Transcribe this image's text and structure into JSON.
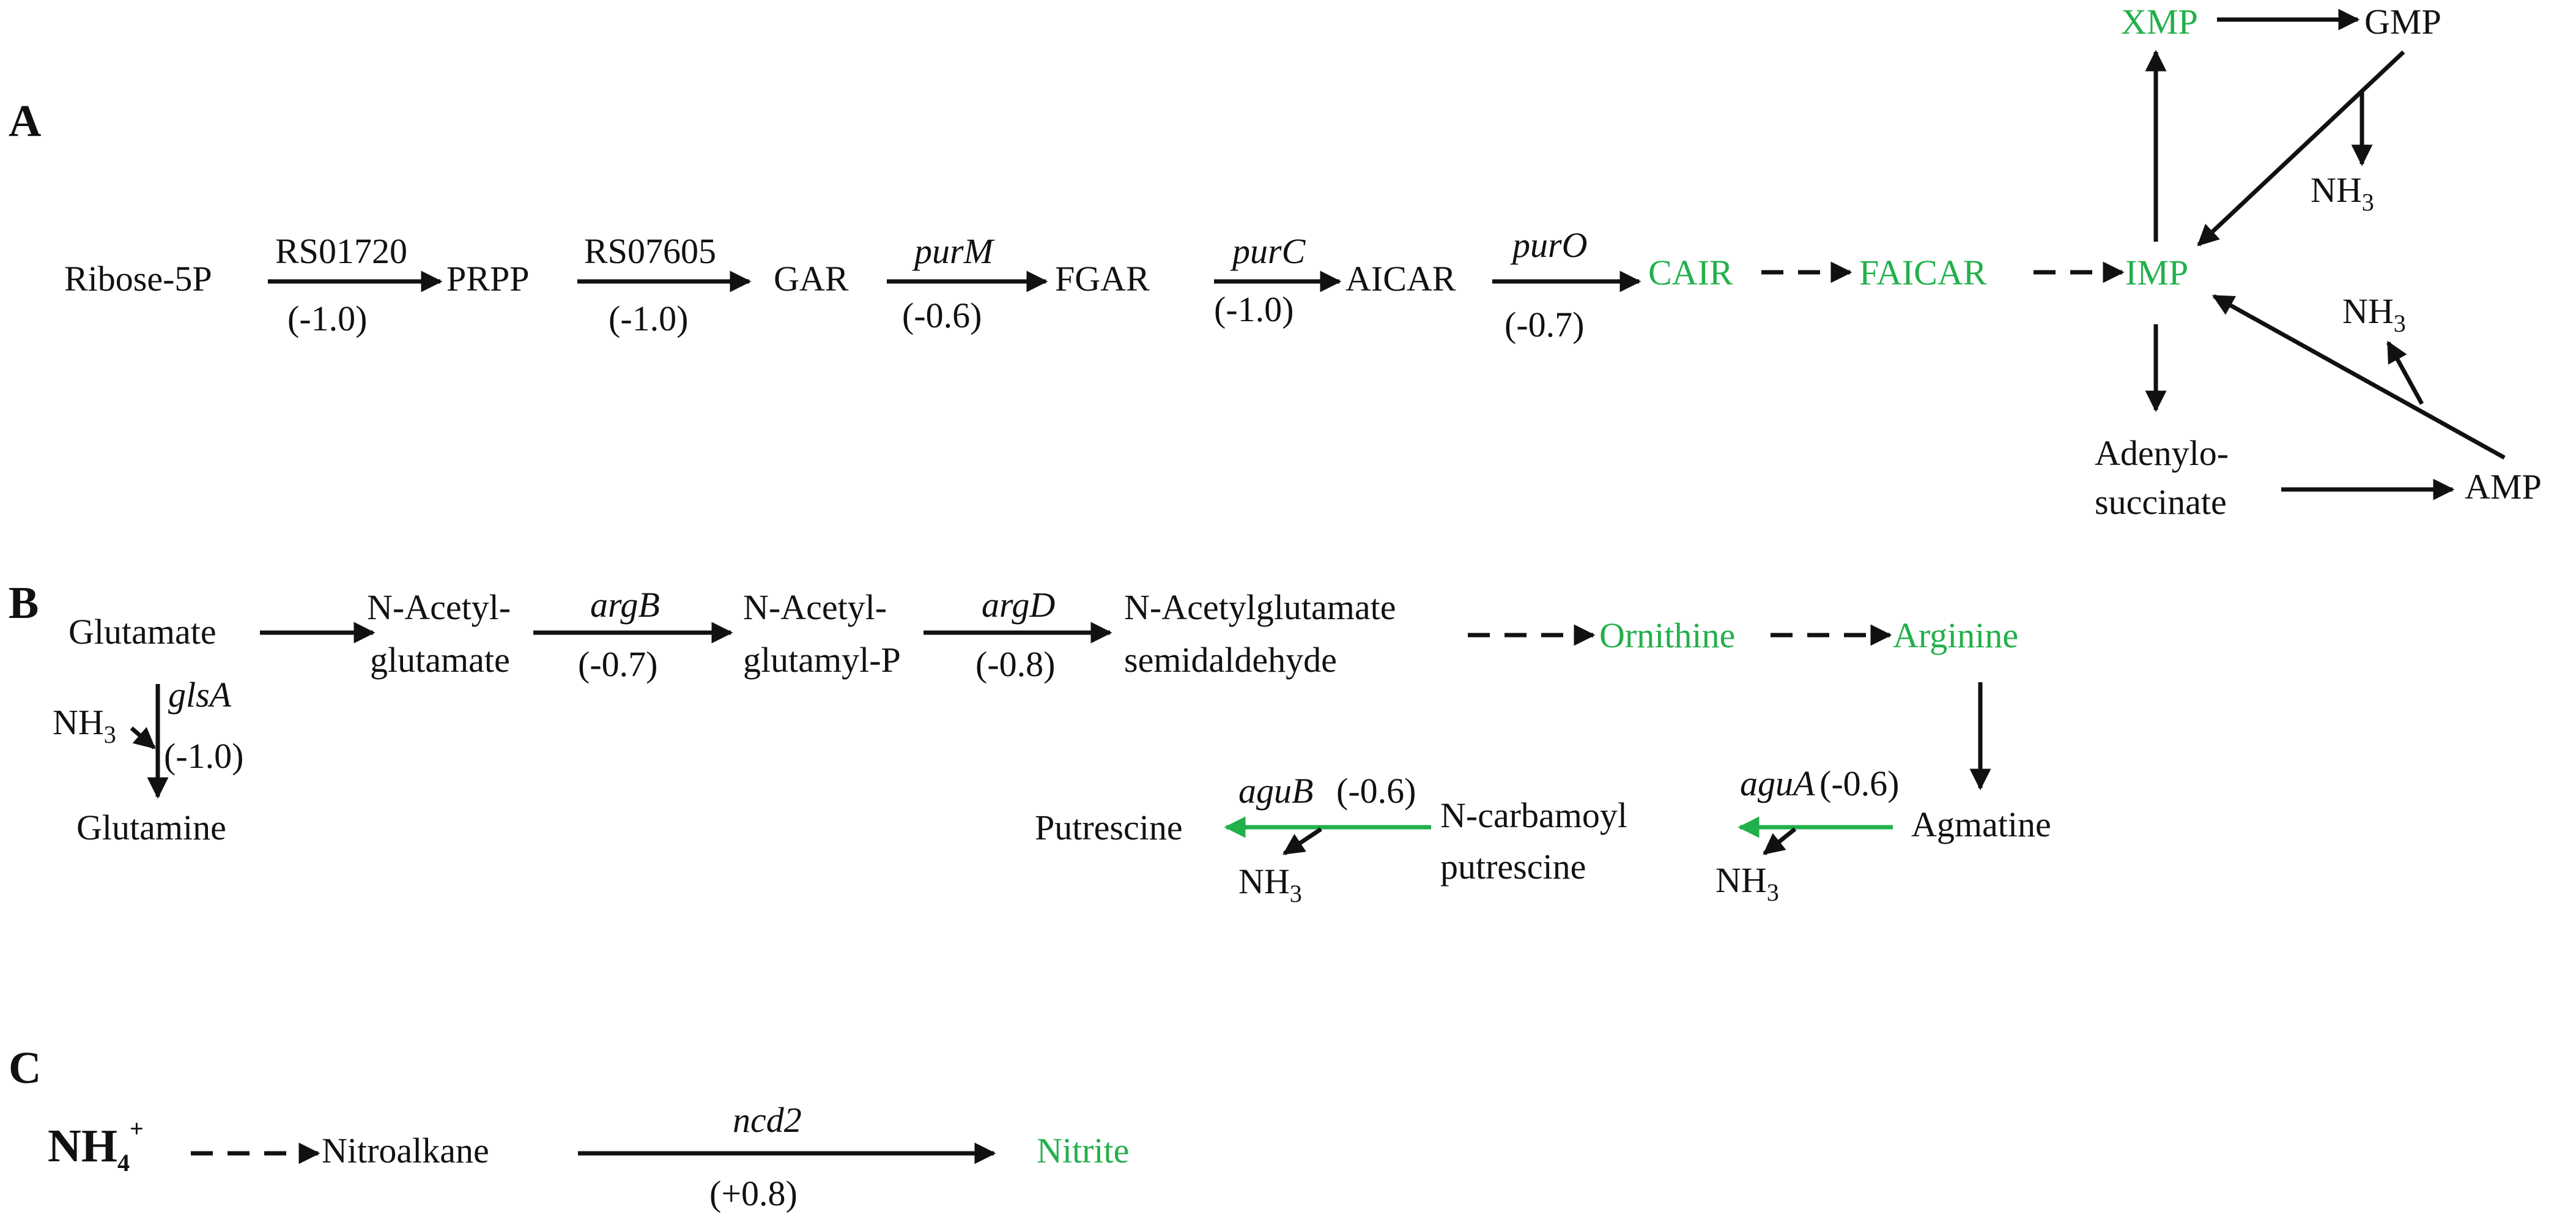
{
  "colors": {
    "text": "#111111",
    "highlight": "#22b04b"
  },
  "panels": {
    "A": {
      "label": "A",
      "nodes": {
        "ribose5p": "Ribose-5P",
        "prpp": "PRPP",
        "gar": "GAR",
        "fgar": "FGAR",
        "aicar": "AICAR",
        "cair": "CAIR",
        "faicar": "FAICAR",
        "imp": "IMP",
        "xmp": "XMP",
        "gmp": "GMP",
        "nh3_gmp": "NH",
        "nh3_gmp_sub": "3",
        "nh3_amp": "NH",
        "nh3_amp_sub": "3",
        "adenylo_1": "Adenylo-",
        "adenylo_2": "succinate",
        "amp": "AMP"
      },
      "enzymes": {
        "e1": {
          "gene": "RS01720",
          "value": "(-1.0)"
        },
        "e2": {
          "gene": "RS07605",
          "value": "(-1.0)"
        },
        "e3": {
          "gene": "purM",
          "value": "(-0.6)"
        },
        "e4": {
          "gene": "purC",
          "value": "(-1.0)"
        },
        "e5": {
          "gene": "purO",
          "value": "(-0.7)"
        }
      }
    },
    "B": {
      "label": "B",
      "nodes": {
        "glutamate": "Glutamate",
        "nacetylglutamate_1": "N-Acetyl-",
        "nacetylglutamate_2": "glutamate",
        "nacetylglutamylp_1": "N-Acetyl-",
        "nacetylglutamylp_2": "glutamyl-P",
        "nags_1": "N-Acetylglutamate",
        "nags_2": "semidaldehyde",
        "ornithine": "Ornithine",
        "arginine": "Arginine",
        "agmatine": "Agmatine",
        "ncarb_1": "N-carbamoyl",
        "ncarb_2": "putrescine",
        "putrescine": "Putrescine",
        "glutamine": "Glutamine",
        "nh3_gls": "NH",
        "nh3_gls_sub": "3",
        "nh3_agub": "NH",
        "nh3_agub_sub": "3",
        "nh3_agua": "NH",
        "nh3_agua_sub": "3"
      },
      "enzymes": {
        "argB": {
          "gene": "argB",
          "value": "(-0.7)"
        },
        "argD": {
          "gene": "argD",
          "value": "(-0.8)"
        },
        "glsA": {
          "gene": "glsA",
          "value": "(-1.0)"
        },
        "aguB": {
          "gene": "aguB",
          "value": "(-0.6)"
        },
        "aguA": {
          "gene": "aguA",
          "value": "(-0.6)"
        }
      }
    },
    "C": {
      "label": "C",
      "nodes": {
        "nh4": "NH",
        "nh4_sub": "4",
        "nh4_sup": "+",
        "nitroalkane": "Nitroalkane",
        "nitrite": "Nitrite"
      },
      "enzymes": {
        "ncd2": {
          "gene": "ncd2",
          "value": "(+0.8)"
        }
      }
    }
  }
}
